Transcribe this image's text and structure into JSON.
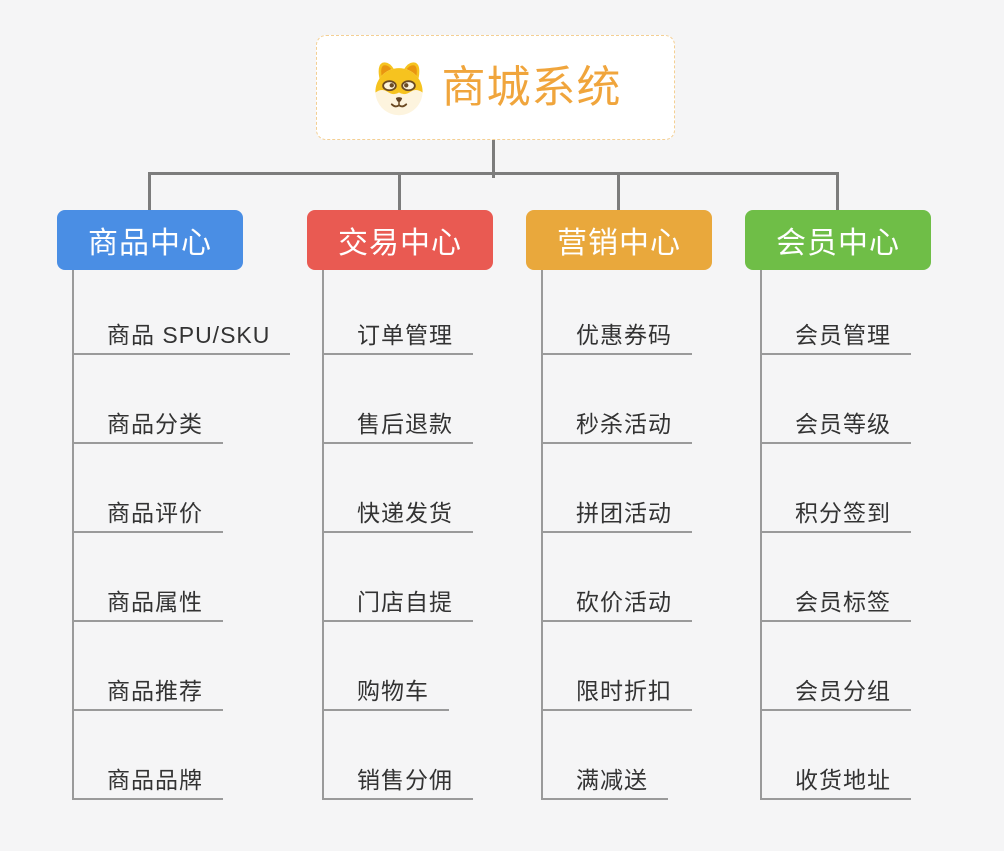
{
  "root": {
    "title": "商城系统",
    "icon": "shiba-dog-icon"
  },
  "branches": [
    {
      "label": "商品中心",
      "color": "#4a8ee4",
      "leaves": [
        "商品 SPU/SKU",
        "商品分类",
        "商品评价",
        "商品属性",
        "商品推荐",
        "商品品牌"
      ]
    },
    {
      "label": "交易中心",
      "color": "#e95a52",
      "leaves": [
        "订单管理",
        "售后退款",
        "快递发货",
        "门店自提",
        "购物车",
        "销售分佣"
      ]
    },
    {
      "label": "营销中心",
      "color": "#e9a83c",
      "leaves": [
        "优惠券码",
        "秒杀活动",
        "拼团活动",
        "砍价活动",
        "限时折扣",
        "满减送"
      ]
    },
    {
      "label": "会员中心",
      "color": "#6fbe47",
      "leaves": [
        "会员管理",
        "会员等级",
        "积分签到",
        "会员标签",
        "会员分组",
        "收货地址"
      ]
    }
  ],
  "colors": {
    "background": "#f5f5f6",
    "connector": "#7c7c7c",
    "spine_and_underline": "#9a9a9a",
    "root_title": "#f0a53c",
    "root_border": "#f4cf93",
    "leaf_text": "#333333",
    "branch_text": "#ffffff"
  }
}
